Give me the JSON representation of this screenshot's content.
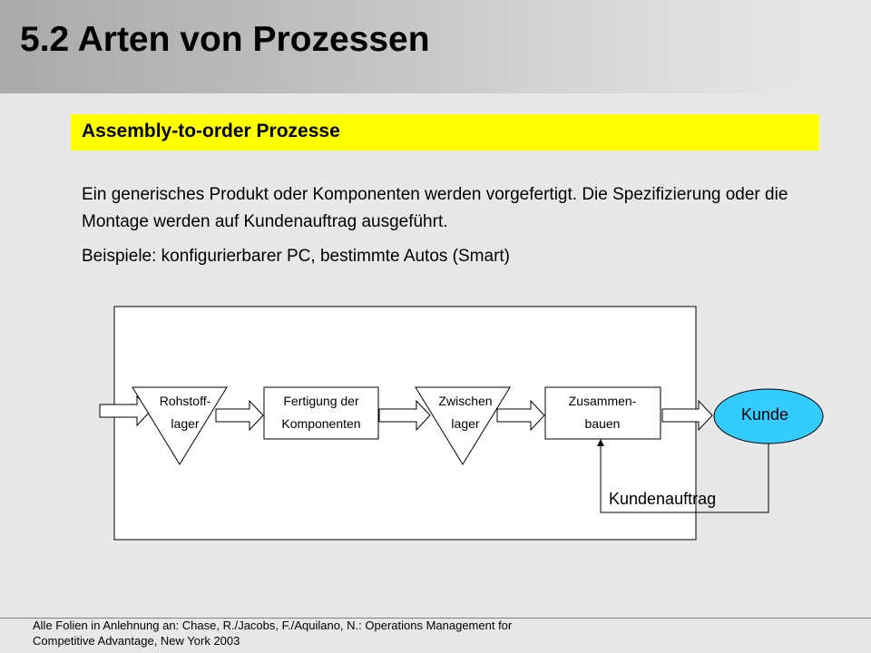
{
  "slide": {
    "title": "5.2 Arten von Prozessen",
    "section_heading": "Assembly-to-order Prozesse",
    "paragraph_1": "Ein generisches Produkt oder Komponenten werden vorgefertigt. Die Spezifizierung oder die Montage werden auf Kundenauftrag ausgeführt.",
    "paragraph_2": "Beispiele: konfigurierbarer PC, bestimmte Autos (Smart)"
  },
  "diagram": {
    "raw_storage": [
      "Rohstoff-",
      "lager"
    ],
    "component_manufacturing": [
      "Fertigung der",
      "Komponenten"
    ],
    "intermediate_storage": [
      "Zwischen",
      "lager"
    ],
    "assembly": [
      "Zusammen-",
      "bauen"
    ],
    "customer": "Kunde",
    "customer_order": "Kundenauftrag"
  },
  "colors": {
    "heading_highlight": "#ffff00",
    "customer_fill": "#33ccff"
  },
  "footer": {
    "line_1": "Alle Folien in Anlehnung an: Chase, R./Jacobs, F./Aquilano, N.: Operations Management for",
    "line_2": "Competitive Advantage, New York 2003"
  }
}
